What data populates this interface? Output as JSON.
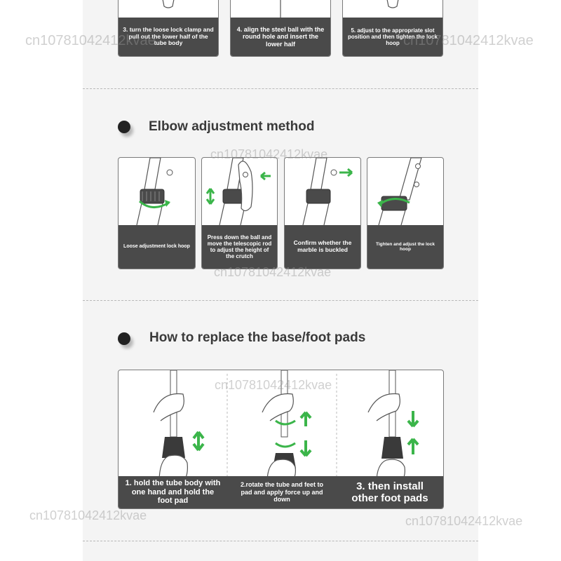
{
  "top_steps": [
    {
      "caption": "3. turn the loose lock clamp and pull out the lower half of the tube body"
    },
    {
      "caption": "4. align the steel ball with the round hole and insert the lower half"
    },
    {
      "caption": "5. adjust to the appropriate slot position and then tighten the lock hoop"
    }
  ],
  "elbow": {
    "title": "Elbow adjustment method",
    "steps": [
      {
        "caption": "Loose adjustment lock hoop"
      },
      {
        "caption": "Press down the ball and move the telescopic rod to adjust the height of the crutch"
      },
      {
        "caption": "Confirm whether the marble is buckled"
      },
      {
        "caption": "Tighten and adjust the lock hoop"
      }
    ]
  },
  "foot": {
    "title": "How to replace the base/foot pads",
    "steps": [
      {
        "caption": "1. hold the tube body with one hand and hold the foot pad"
      },
      {
        "caption": "2.rotate the tube and feet to pad and apply force up and down"
      },
      {
        "caption": "3. then install other foot pads"
      }
    ]
  },
  "watermark": "cn10781042412kvae",
  "colors": {
    "accent_green": "#3bb54a",
    "caption_bg": "#4a4a4a",
    "bullet": "#222222"
  }
}
